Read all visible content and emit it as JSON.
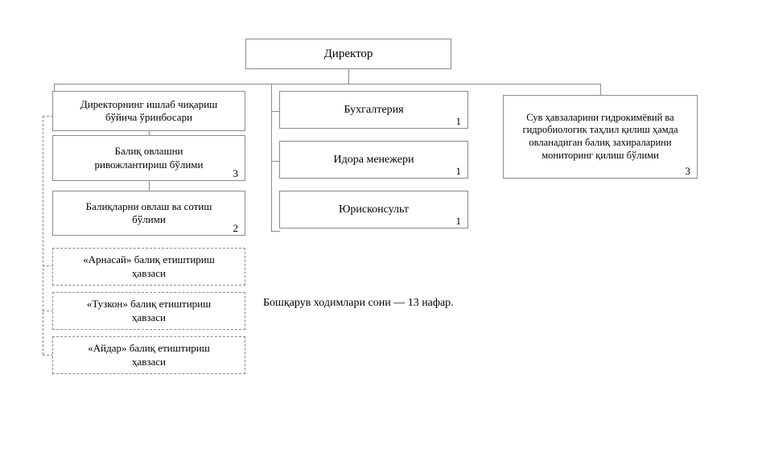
{
  "diagram": {
    "title_box": {
      "label": "Директор"
    },
    "left_column": [
      {
        "line1": "Директорнинг ишлаб чиқариш",
        "line2": "бўйича ўринбосари",
        "count": ""
      },
      {
        "line1": "Балиқ овлашни",
        "line2": "ривожлантириш бўлими",
        "count": "3"
      },
      {
        "line1": "Балиқларни овлаш ва сотиш",
        "line2": "бўлими",
        "count": "2"
      }
    ],
    "basin_boxes": [
      {
        "line1": "«Арнасай» балиқ етиштириш",
        "line2": "ҳавзаси"
      },
      {
        "line1": "«Тузкон» балиқ етиштириш",
        "line2": "ҳавзаси"
      },
      {
        "line1": "«Айдар» балиқ етиштириш",
        "line2": "ҳавзаси"
      }
    ],
    "middle_column": [
      {
        "label": "Бухгалтерия",
        "count": "1"
      },
      {
        "label": "Идора менежери",
        "count": "1"
      },
      {
        "label": "Юрисконсульт",
        "count": "1"
      }
    ],
    "right_box": {
      "line1": "Сув ҳавзаларини гидрокимёвий ва",
      "line2": "гидробиологик таҳлил қилиш ҳамда",
      "line3": "овланадиган балиқ захираларини",
      "line4": "мониторинг қилиш бўлими",
      "count": "3"
    },
    "caption": "Бошқарув ходимлари сони — 13 нафар."
  },
  "colors": {
    "stroke": "#8a8a8a",
    "text": "#000000",
    "background": "#ffffff"
  }
}
